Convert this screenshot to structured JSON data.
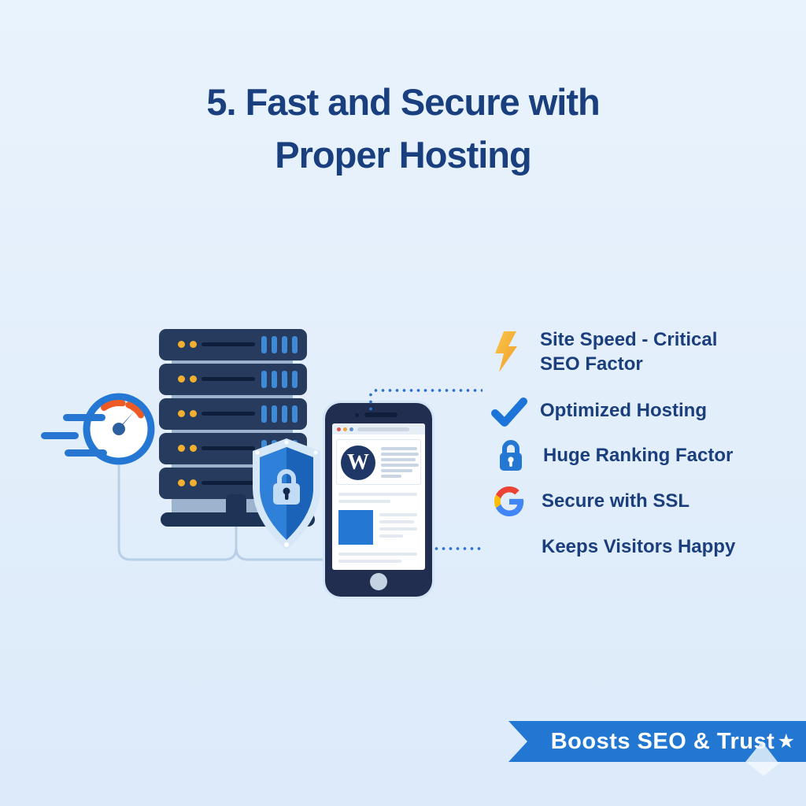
{
  "title": {
    "line1": "5. Fast and Secure with",
    "line2": "Proper Hosting"
  },
  "features": [
    {
      "icon": "lightning-icon",
      "line1": "Site Speed - Critical",
      "line2": "SEO Factor"
    },
    {
      "icon": "checkmark-icon",
      "label": "Optimized Hosting"
    },
    {
      "icon": "lock-icon",
      "label": "Huge Ranking Factor"
    },
    {
      "icon": "google-icon",
      "label": "Secure with SSL"
    },
    {
      "icon": "none",
      "label": "Keeps Visitors Happy"
    }
  ],
  "ribbon": {
    "label": "Boosts SEO & Trust",
    "star": "★"
  },
  "illustration": {
    "wordpress_letter": "W"
  },
  "colors": {
    "background": "#e5f0fb",
    "heading_text": "#1a3f7e",
    "feature_text": "#1b3f7d",
    "accent_blue": "#2478d4",
    "server_navy": "#273b5e",
    "gauge_orange": "#ee5a24",
    "bolt_yellow": "#f6b33c",
    "ribbon_blue": "#2277d2",
    "google_red": "#EA4335",
    "google_yellow": "#FBBC05",
    "google_blue": "#4285F4"
  }
}
